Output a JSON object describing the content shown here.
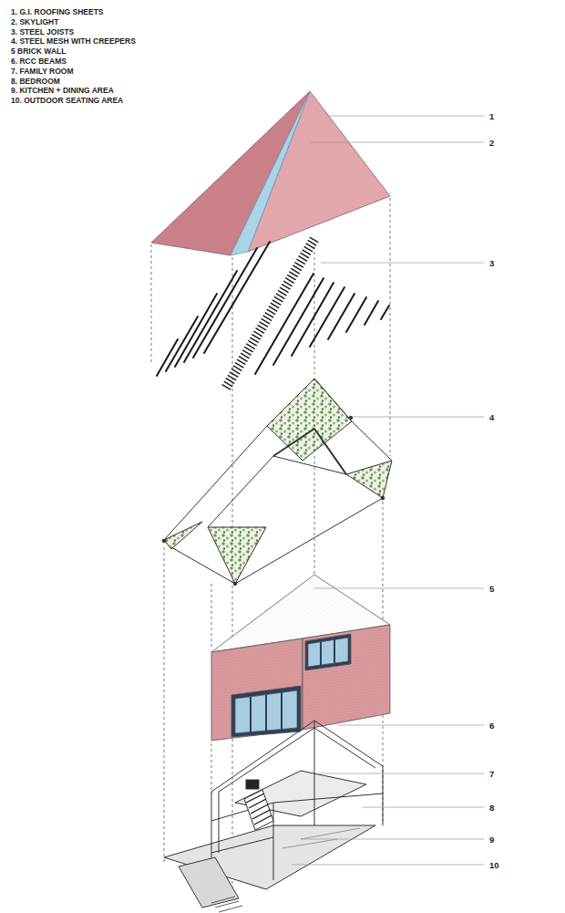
{
  "diagram": {
    "labels": [
      "1. G.I. ROOFING SHEETS",
      "2. SKYLIGHT",
      "3. STEEL JOISTS",
      "4. STEEL MESH WITH CREEPERS",
      "5 BRICK WALL",
      "6. RCC BEAMS",
      "7. FAMILY ROOM",
      "8. BEDROOM",
      "9. KITCHEN + DINING AREA",
      "10. OUTDOOR SEATING AREA",
      "1",
      "2",
      "3",
      "4",
      "5",
      "6",
      "7",
      "8",
      "9",
      "10"
    ]
  }
}
